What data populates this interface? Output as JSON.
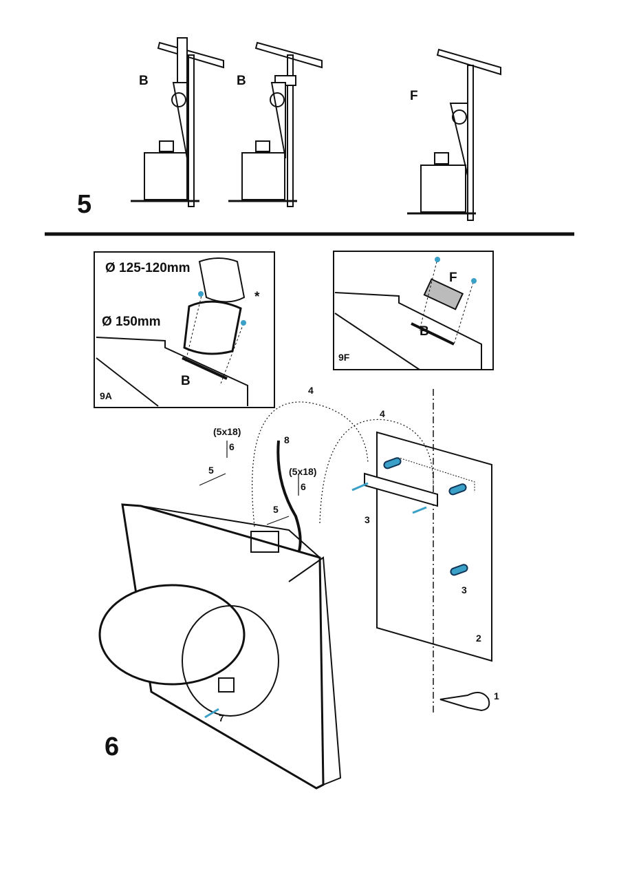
{
  "step5": {
    "number": "5",
    "fig1_label": "B",
    "fig2_label": "B",
    "fig3_label": "F"
  },
  "panel_9a": {
    "id": "9A",
    "reducer_diameter": "Ø 125-120mm",
    "asterisk": "*",
    "flange_diameter": "Ø 150mm",
    "outlet_label": "B"
  },
  "panel_9f": {
    "id": "9F",
    "filter_label": "F",
    "outlet_label": "B"
  },
  "step6": {
    "number": "6",
    "arc_label_1": "4",
    "arc_label_2": "4",
    "screw_size_1": "(5x18)",
    "screw_num_1": "6",
    "adjust_1": "5",
    "cable": "8",
    "screw_size_2": "(5x18)",
    "screw_num_2": "6",
    "adjust_2": "5",
    "screws_3": "3",
    "plug_3": "3",
    "wall": "2",
    "mark": "1",
    "safety_screw": "7"
  },
  "colors": {
    "ink": "#111111",
    "screw_blue": "#3aa0c8"
  }
}
